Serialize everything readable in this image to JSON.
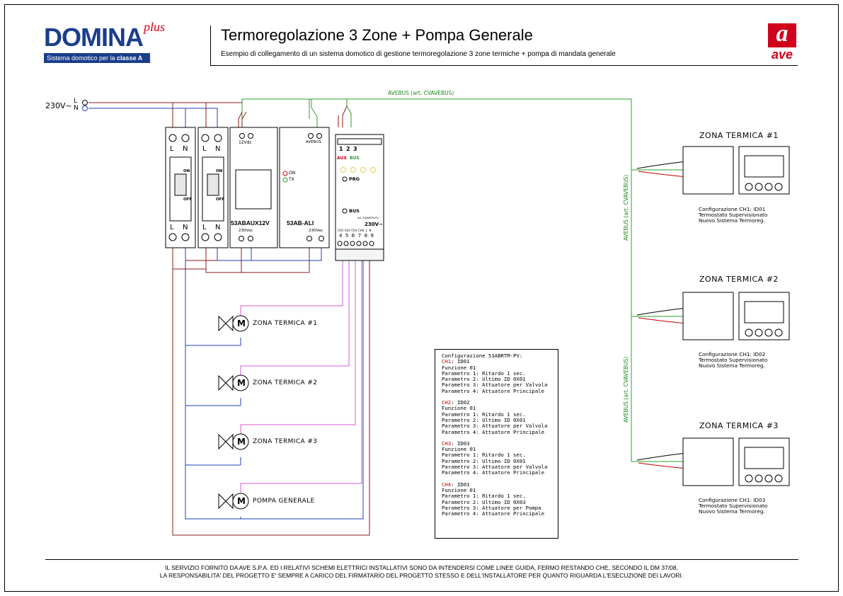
{
  "header": {
    "title": "Termoregolazione 3 Zone + Pompa Generale",
    "subtitle": "Esempio di collegamento di un sistema domotico di gestione termoregolazione 3 zone termiche + pompa di mandata generale",
    "brand": "DOMINA",
    "brand_plus": "plus",
    "brand_tagline_a": "Sistema domotico per la ",
    "brand_tagline_b": "classe A",
    "ave_a": "a",
    "ave_word": "ave"
  },
  "colors": {
    "phase": "#8b1a1a",
    "neutral": "#1f3fbf",
    "bus": "#2aa02a",
    "signal": "#d45ad4",
    "accent_red": "#d0011b",
    "brand_blue": "#1a3e8c"
  },
  "supply": {
    "label": "230V~",
    "l": "L",
    "n": "N"
  },
  "bus_labels": {
    "top": "AVEBUS (art. CVAVEBUS)",
    "v1": "AVEBUS (art. CVAVEBUS)",
    "v2": "AVEBUS (art. CVAVEBUS)"
  },
  "breakers": [
    {
      "l": "L",
      "n": "N",
      "on": "ON",
      "off": "OFF"
    },
    {
      "l": "L",
      "n": "N",
      "on": "ON",
      "off": "OFF"
    }
  ],
  "modules": {
    "aux": {
      "name": "53ABAUX12V",
      "top": "12Vdc",
      "bottom": "230Vac"
    },
    "ali": {
      "name": "53AB-ALI",
      "top": "AVEBUS",
      "on": "ON",
      "tx": "TX",
      "bottom": "230Vac"
    },
    "rtm": {
      "t1": "1",
      "t2": "2",
      "t3": "3",
      "aux": "AUX",
      "bus": "BUS",
      "prg": "PRG",
      "busbtn": "BUS",
      "art": "Art. 53ABRTM-PV",
      "v": "230V~",
      "chs": "CH1 CH2 CH3 CH4  L  N",
      "nums": "4  5  6  7  8  9"
    }
  },
  "motors": [
    {
      "label": "ZONA TERMICA #1"
    },
    {
      "label": "ZONA TERMICA #2"
    },
    {
      "label": "ZONA TERMICA #3"
    },
    {
      "label": "POMPA GENERALE"
    }
  ],
  "motor_symbol": "M",
  "config_box": {
    "title": "Configurazione 53ABRTM-PV:",
    "channels": [
      {
        "ch": "CH1",
        "id": ":  ID01",
        "lines": [
          "Funzione 01",
          "Parametro 1: Ritardo 1 sec.",
          "Parametro 2: Ultimo ID 0X01",
          "Parametro 3: Attuatore per Valvola",
          "Parametro 4: Attuatore Principale"
        ]
      },
      {
        "ch": "CH2",
        "id": ":  ID02",
        "lines": [
          "Funzione 01",
          "Parametro 1: Ritardo 1 sec.",
          "Parametro 2: Ultimo ID 0X01",
          "Parametro 3: Attuatore per Valvola",
          "Parametro 4: Attuatore Principale"
        ]
      },
      {
        "ch": "CH3",
        "id": ":  ID03",
        "lines": [
          "Funzione 01",
          "Parametro 1: Ritardo 1 sec.",
          "Parametro 2: Ultimo ID 0X01",
          "Parametro 3: Attuatore per Valvola",
          "Parametro 4: Attuatore Principale"
        ]
      },
      {
        "ch": "CH4",
        "id": ":  ID01",
        "lines": [
          "Funzione 01",
          "Parametro 1: Ritardo 1 sec.",
          "Parametro 2: Ultimo ID 0X03",
          "Parametro 3: Attuatore per Pompa",
          "Parametro 4: Attuatore Principale"
        ]
      }
    ]
  },
  "zones": [
    {
      "title": "ZONA TERMICA #1",
      "cfg1": "Configurazione CH1: ID01",
      "cfg2": "Termostato Supervisionato",
      "cfg3": "Nuovo Sistema Termoreg."
    },
    {
      "title": "ZONA TERMICA #2",
      "cfg1": "Configurazione CH1: ID02",
      "cfg2": "Termostato Supervisionato",
      "cfg3": "Nuovo Sistema Termoreg."
    },
    {
      "title": "ZONA TERMICA #3",
      "cfg1": "Configurazione CH1: ID03",
      "cfg2": "Termostato Supervisionato",
      "cfg3": "Nuovo Sistema Termoreg."
    }
  ],
  "footer": {
    "line1": "IL SERVIZIO FORNITO DA AVE S.P.A. ED I RELATIVI SCHEMI ELETTRICI INSTALLATIVI SONO DA INTENDERSI COME LINEE GUIDA, FERMO RESTANDO CHE, SECONDO IL DM 37/08,",
    "line2": "LA RESPONSABILITA' DEL PROGETTO E' SEMPRE A CARICO DEL FIRMATARIO DEL PROGETTO STESSO E DELL'INSTALLATORE PER QUANTO RIGUARDA L'ESECUZIONE DEI LAVORI."
  }
}
